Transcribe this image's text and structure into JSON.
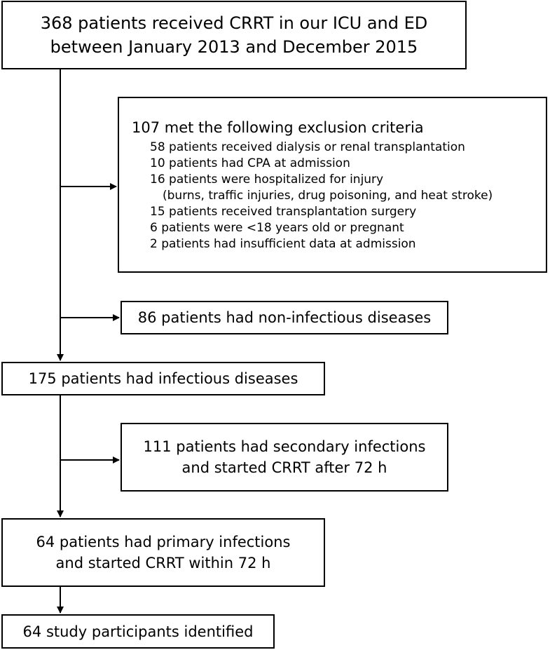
{
  "nodes": {
    "initial": {
      "lines": [
        "368 patients received CRRT in our ICU and ED",
        "between January 2013 and December 2015"
      ]
    },
    "exclusion": {
      "title": "107 met the following exclusion criteria",
      "items": [
        "58 patients received dialysis or renal transplantation",
        "10 patients had CPA at admission",
        "16 patients were hospitalized for injury",
        "(burns, traffic injuries, drug poisoning, and heat stroke)",
        "15 patients received transplantation surgery",
        "6 patients were <18 years old or pregnant",
        "2 patients had insufficient data at admission"
      ]
    },
    "non_infectious": {
      "text": "86 patients had non-infectious diseases"
    },
    "infectious": {
      "text": "175 patients had infectious diseases"
    },
    "secondary": {
      "lines": [
        "111 patients had secondary infections",
        "and started CRRT after 72 h"
      ]
    },
    "primary": {
      "lines": [
        "64 patients had primary infections",
        "and started CRRT within 72 h"
      ]
    },
    "final": {
      "text": "64 study participants identified"
    }
  },
  "edges": [
    {
      "from": "initial",
      "to": "exclusion"
    },
    {
      "from": "initial",
      "to": "non_infectious"
    },
    {
      "from": "initial",
      "to": "infectious"
    },
    {
      "from": "infectious",
      "to": "secondary"
    },
    {
      "from": "infectious",
      "to": "primary"
    },
    {
      "from": "primary",
      "to": "final"
    }
  ],
  "colors": {
    "stroke": "#000000",
    "background": "#ffffff"
  }
}
